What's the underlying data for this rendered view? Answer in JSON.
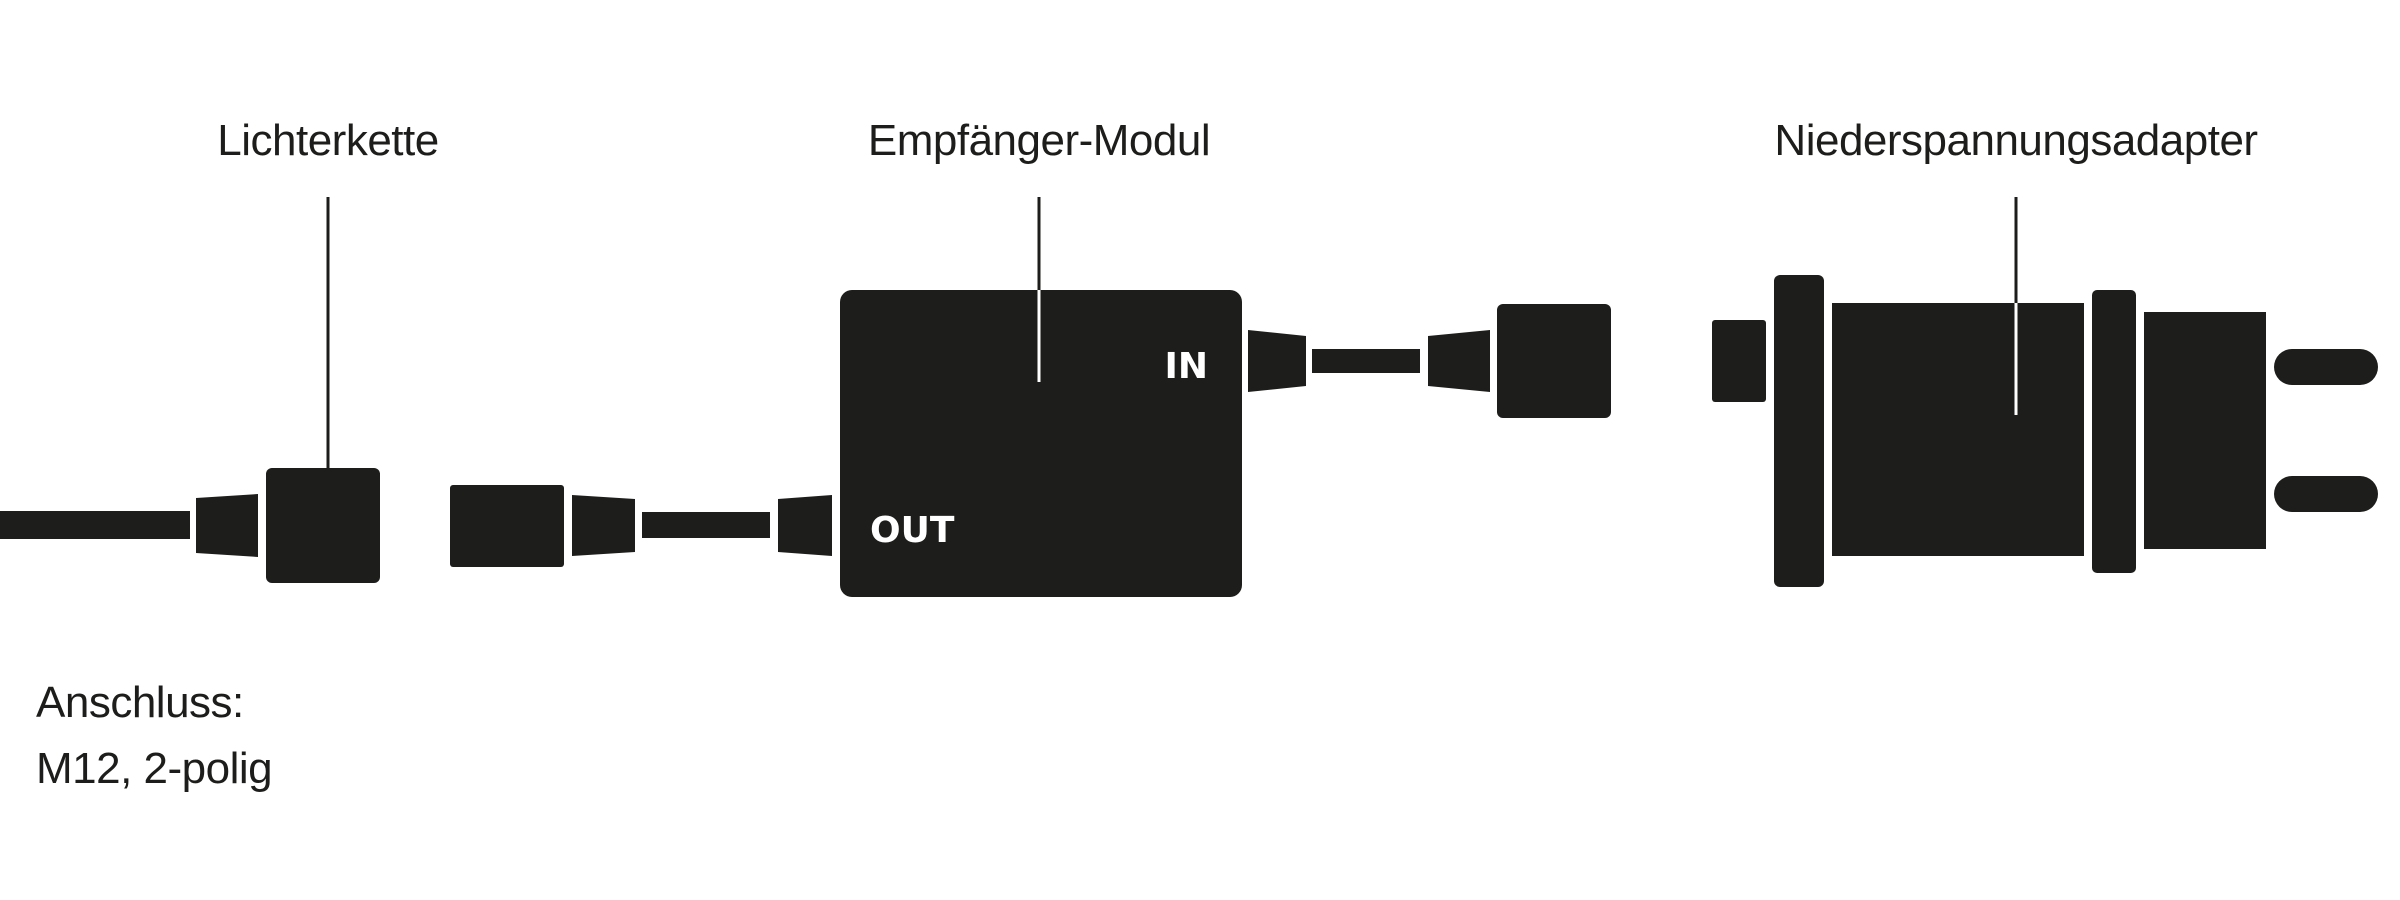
{
  "labels": {
    "light_chain": "Lichterkette",
    "receiver_module": "Empfänger-Modul",
    "low_voltage_adapter": "Niederspannungsadapter"
  },
  "module": {
    "in_label": "IN",
    "out_label": "OUT"
  },
  "note": {
    "line1": "Anschluss:",
    "line2": "M12, 2-polig"
  },
  "colors": {
    "ink": "#1d1d1b",
    "background": "#ffffff"
  }
}
